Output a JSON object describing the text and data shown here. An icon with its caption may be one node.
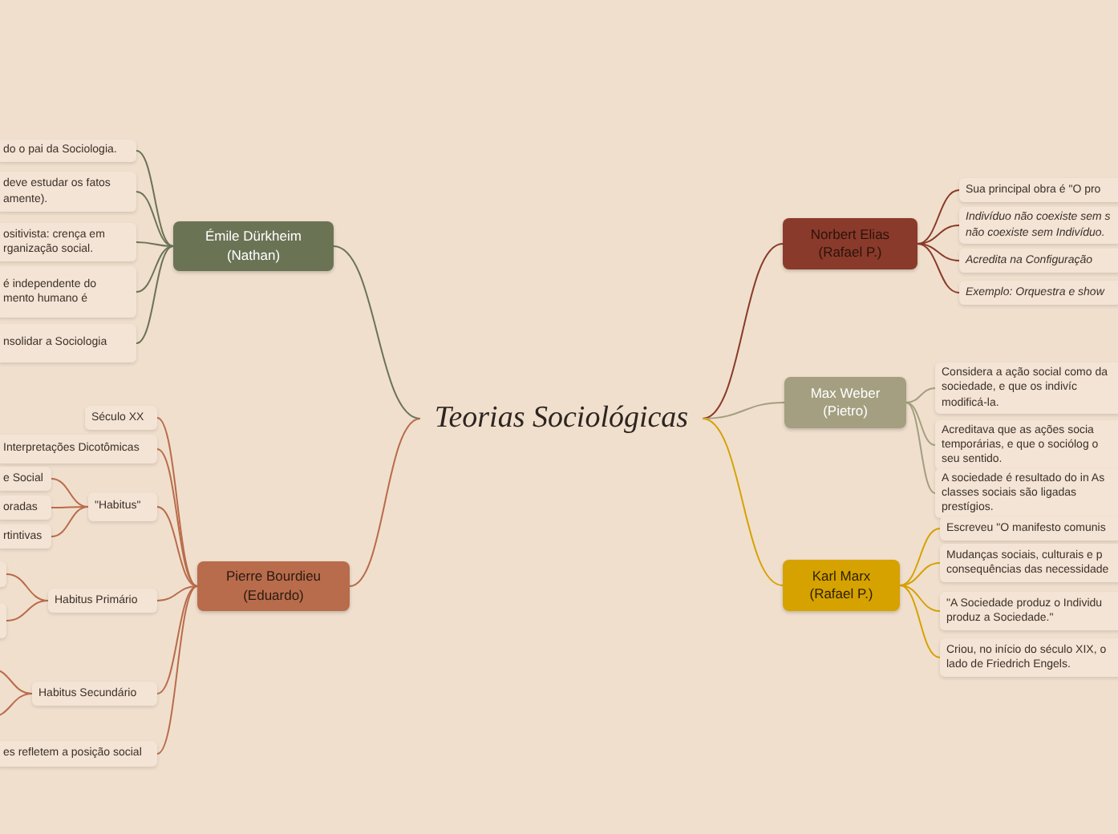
{
  "diagram": {
    "nodes": [
      {
        "text": [
          "Teorias Sociológicas"
        ]
      },
      {
        "text": [
          "Émile Dürkheim (Nathan)"
        ]
      },
      {
        "text": [
          "do o pai da Sociologia."
        ]
      },
      {
        "text": [
          "deve estudar os fatos amente)."
        ]
      },
      {
        "text": [
          "ositivista: crença em rganização social."
        ]
      },
      {
        "text": [
          "é independente do mento humano é"
        ]
      },
      {
        "text": [
          "nsolidar a Sociologia"
        ]
      },
      {
        "text": [
          "Pierre Bourdieu (Eduardo)"
        ]
      },
      {
        "text": [
          "Século XX"
        ]
      },
      {
        "text": [
          "Interpretações Dicotômicas"
        ]
      },
      {
        "text": [
          "\"Habitus\""
        ]
      },
      {
        "text": [
          "e Social"
        ]
      },
      {
        "text": [
          "oradas"
        ]
      },
      {
        "text": [
          "rtintivas"
        ]
      },
      {
        "text": [
          "Habitus Primário"
        ]
      },
      {
        "text": [],
        "shape": "box"
      },
      {
        "text": [],
        "shape": "box"
      },
      {
        "text": [
          "Habitus Secundário"
        ]
      },
      {
        "text": [
          "es refletem a posição social"
        ]
      },
      {
        "text": [
          "Norbert Elias (Rafael P.)"
        ]
      },
      {
        "text": [
          "Sua principal obra é \"O pro"
        ]
      },
      {
        "text": [
          "Indivíduo não coexiste sem s não coexiste sem Indivíduo."
        ]
      },
      {
        "text": [
          "Acredita na Configuração"
        ]
      },
      {
        "text": [
          "Exemplo: Orquestra e show"
        ]
      },
      {
        "text": [
          "Max Weber (Pietro)"
        ]
      },
      {
        "text": [
          "Considera a ação social como da sociedade, e que os indivíc modificá-la."
        ]
      },
      {
        "text": [
          "Acreditava que as ações socia temporárias, e que o sociólog o seu sentido."
        ]
      },
      {
        "text": [
          "A sociedade é resultado do in As classes sociais são ligadas prestígios."
        ]
      },
      {
        "text": [
          "Karl Marx (Rafael P.)"
        ]
      },
      {
        "text": [
          "Escreveu \"O manifesto comunis"
        ]
      },
      {
        "text": [
          "Mudanças sociais, culturais e p consequências das necessidade"
        ]
      },
      {
        "text": [
          "\"A Sociedade produz o Individu produz a Sociedade.\""
        ]
      },
      {
        "text": [
          "Criou, no início do século XIX, o lado de Friedrich Engels."
        ]
      }
    ],
    "edges": [
      {
        "from": 0,
        "to": 1,
        "arrow": "none",
        "color": "#6b7355"
      },
      {
        "from": 0,
        "to": 7,
        "arrow": "none",
        "color": "#b86c4b"
      },
      {
        "from": 0,
        "to": 19,
        "arrow": "none",
        "color": "#8a3a2a"
      },
      {
        "from": 0,
        "to": 24,
        "arrow": "none",
        "color": "#a39f80"
      },
      {
        "from": 0,
        "to": 28,
        "arrow": "none",
        "color": "#d6a200"
      },
      {
        "from": 1,
        "to": 2,
        "arrow": "none",
        "color": "#6b7355"
      },
      {
        "from": 1,
        "to": 3,
        "arrow": "none",
        "color": "#6b7355"
      },
      {
        "from": 1,
        "to": 4,
        "arrow": "none",
        "color": "#6b7355"
      },
      {
        "from": 1,
        "to": 5,
        "arrow": "none",
        "color": "#6b7355"
      },
      {
        "from": 1,
        "to": 6,
        "arrow": "none",
        "color": "#6b7355"
      },
      {
        "from": 7,
        "to": 8,
        "arrow": "none",
        "color": "#b86c4b"
      },
      {
        "from": 7,
        "to": 9,
        "arrow": "none",
        "color": "#b86c4b"
      },
      {
        "from": 7,
        "to": 10,
        "arrow": "none",
        "color": "#b86c4b"
      },
      {
        "from": 7,
        "to": 14,
        "arrow": "none",
        "color": "#b86c4b"
      },
      {
        "from": 7,
        "to": 17,
        "arrow": "none",
        "color": "#b86c4b"
      },
      {
        "from": 7,
        "to": 18,
        "arrow": "none",
        "color": "#b86c4b"
      },
      {
        "from": 10,
        "to": 11,
        "arrow": "none",
        "color": "#b86c4b"
      },
      {
        "from": 10,
        "to": 12,
        "arrow": "none",
        "color": "#b86c4b"
      },
      {
        "from": 10,
        "to": 13,
        "arrow": "none",
        "color": "#b86c4b"
      },
      {
        "from": 14,
        "to": 15,
        "arrow": "none",
        "color": "#b86c4b"
      },
      {
        "from": 14,
        "to": 16,
        "arrow": "none",
        "color": "#b86c4b"
      },
      {
        "from": 17,
        "to": null,
        "arrow": "none",
        "color": "#b86c4b"
      },
      {
        "from": 17,
        "to": null,
        "arrow": "none",
        "color": "#b86c4b"
      },
      {
        "from": 19,
        "to": 20,
        "arrow": "none",
        "color": "#8a3a2a"
      },
      {
        "from": 19,
        "to": 21,
        "arrow": "none",
        "color": "#8a3a2a"
      },
      {
        "from": 19,
        "to": 22,
        "arrow": "none",
        "color": "#8a3a2a"
      },
      {
        "from": 19,
        "to": 23,
        "arrow": "none",
        "color": "#8a3a2a"
      },
      {
        "from": 24,
        "to": 25,
        "arrow": "none",
        "color": "#a39f80"
      },
      {
        "from": 24,
        "to": 26,
        "arrow": "none",
        "color": "#a39f80"
      },
      {
        "from": 24,
        "to": 27,
        "arrow": "none",
        "color": "#a39f80"
      },
      {
        "from": 28,
        "to": 29,
        "arrow": "none",
        "color": "#d6a200"
      },
      {
        "from": 28,
        "to": 30,
        "arrow": "none",
        "color": "#d6a200"
      },
      {
        "from": 28,
        "to": 31,
        "arrow": "none",
        "color": "#d6a200"
      },
      {
        "from": 28,
        "to": 32,
        "arrow": "none",
        "color": "#d6a200"
      }
    ]
  }
}
